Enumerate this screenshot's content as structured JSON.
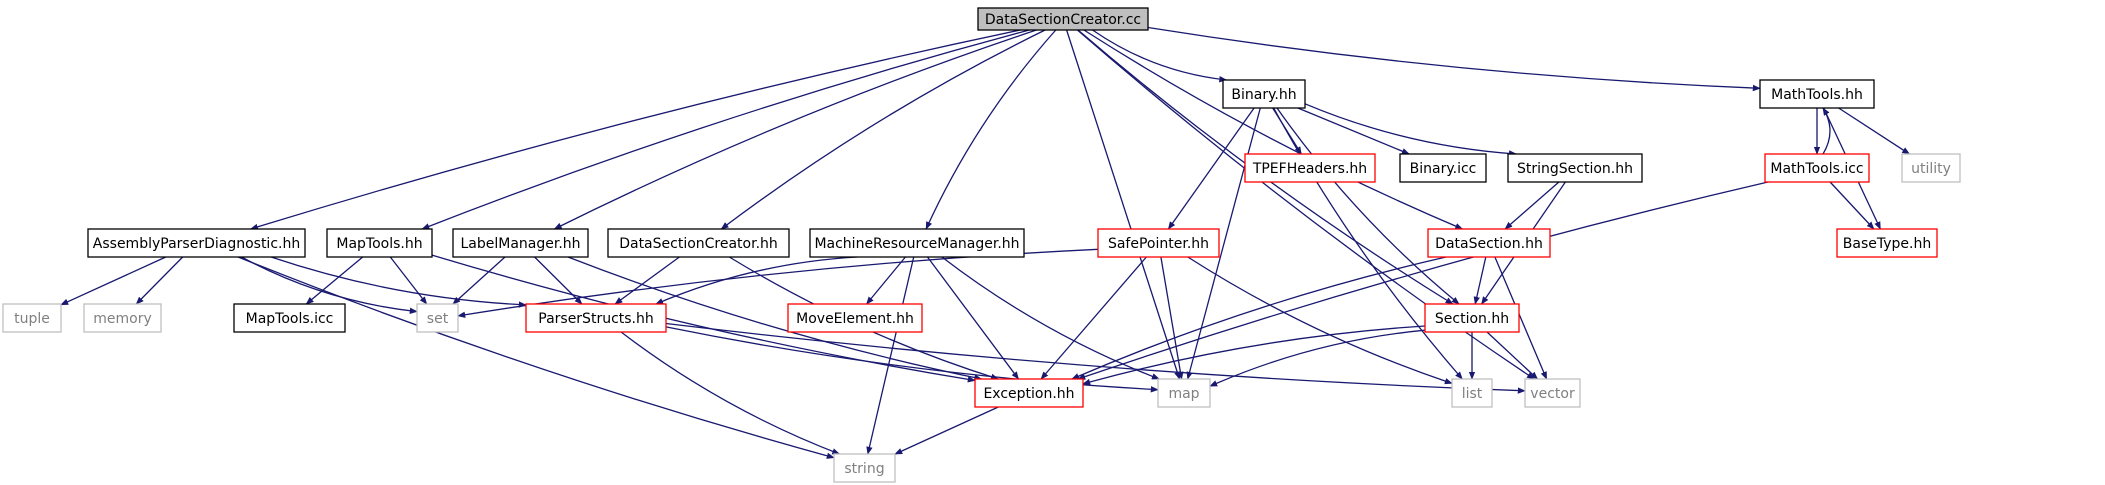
{
  "nodes": [
    {
      "id": "root",
      "label": "DataSectionCreator.cc",
      "style": "root"
    },
    {
      "id": "apd",
      "label": "AssemblyParserDiagnostic.hh",
      "style": "normal"
    },
    {
      "id": "maptools",
      "label": "MapTools.hh",
      "style": "normal"
    },
    {
      "id": "labelmgr",
      "label": "LabelManager.hh",
      "style": "normal"
    },
    {
      "id": "dsc_hh",
      "label": "DataSectionCreator.hh",
      "style": "normal"
    },
    {
      "id": "mrm",
      "label": "MachineResourceManager.hh",
      "style": "normal"
    },
    {
      "id": "binary",
      "label": "Binary.hh",
      "style": "normal"
    },
    {
      "id": "mathtools",
      "label": "MathTools.hh",
      "style": "normal"
    },
    {
      "id": "tuple",
      "label": "tuple",
      "style": "external"
    },
    {
      "id": "memory",
      "label": "memory",
      "style": "external"
    },
    {
      "id": "maptools_icc",
      "label": "MapTools.icc",
      "style": "normal"
    },
    {
      "id": "set",
      "label": "set",
      "style": "external"
    },
    {
      "id": "parserstructs",
      "label": "ParserStructs.hh",
      "style": "truncated"
    },
    {
      "id": "moveelement",
      "label": "MoveElement.hh",
      "style": "truncated"
    },
    {
      "id": "safepointer",
      "label": "SafePointer.hh",
      "style": "truncated"
    },
    {
      "id": "tpefheaders",
      "label": "TPEFHeaders.hh",
      "style": "truncated"
    },
    {
      "id": "binary_icc",
      "label": "Binary.icc",
      "style": "normal"
    },
    {
      "id": "stringsection",
      "label": "StringSection.hh",
      "style": "normal"
    },
    {
      "id": "datasection",
      "label": "DataSection.hh",
      "style": "truncated"
    },
    {
      "id": "mathtools_icc",
      "label": "MathTools.icc",
      "style": "truncated"
    },
    {
      "id": "utility",
      "label": "utility",
      "style": "external"
    },
    {
      "id": "basetype",
      "label": "BaseType.hh",
      "style": "truncated"
    },
    {
      "id": "section",
      "label": "Section.hh",
      "style": "truncated"
    },
    {
      "id": "exception",
      "label": "Exception.hh",
      "style": "truncated"
    },
    {
      "id": "map",
      "label": "map",
      "style": "external"
    },
    {
      "id": "list",
      "label": "list",
      "style": "external"
    },
    {
      "id": "vector",
      "label": "vector",
      "style": "external"
    },
    {
      "id": "string",
      "label": "string",
      "style": "external"
    }
  ],
  "edges": [
    {
      "from": "root",
      "to": "apd"
    },
    {
      "from": "root",
      "to": "maptools"
    },
    {
      "from": "root",
      "to": "labelmgr"
    },
    {
      "from": "root",
      "to": "dsc_hh"
    },
    {
      "from": "root",
      "to": "mrm"
    },
    {
      "from": "root",
      "to": "binary"
    },
    {
      "from": "root",
      "to": "map"
    },
    {
      "from": "root",
      "to": "datasection"
    },
    {
      "from": "root",
      "to": "mathtools"
    },
    {
      "from": "root",
      "to": "section"
    },
    {
      "from": "root",
      "to": "vector"
    },
    {
      "from": "apd",
      "to": "tuple"
    },
    {
      "from": "apd",
      "to": "memory"
    },
    {
      "from": "apd",
      "to": "set"
    },
    {
      "from": "apd",
      "to": "parserstructs"
    },
    {
      "from": "apd",
      "to": "string"
    },
    {
      "from": "maptools",
      "to": "maptools_icc"
    },
    {
      "from": "maptools",
      "to": "set"
    },
    {
      "from": "maptools",
      "to": "exception"
    },
    {
      "from": "labelmgr",
      "to": "set"
    },
    {
      "from": "labelmgr",
      "to": "parserstructs"
    },
    {
      "from": "labelmgr",
      "to": "exception"
    },
    {
      "from": "dsc_hh",
      "to": "parserstructs"
    },
    {
      "from": "dsc_hh",
      "to": "exception"
    },
    {
      "from": "mrm",
      "to": "parserstructs"
    },
    {
      "from": "mrm",
      "to": "moveelement"
    },
    {
      "from": "mrm",
      "to": "exception"
    },
    {
      "from": "mrm",
      "to": "map"
    },
    {
      "from": "mrm",
      "to": "string"
    },
    {
      "from": "binary",
      "to": "safepointer"
    },
    {
      "from": "binary",
      "to": "tpefheaders"
    },
    {
      "from": "binary",
      "to": "binary_icc"
    },
    {
      "from": "binary",
      "to": "stringsection"
    },
    {
      "from": "binary",
      "to": "map"
    },
    {
      "from": "binary",
      "to": "section"
    },
    {
      "from": "binary",
      "to": "list"
    },
    {
      "from": "mathtools",
      "to": "mathtools_icc"
    },
    {
      "from": "mathtools",
      "to": "utility"
    },
    {
      "from": "mathtools",
      "to": "basetype"
    },
    {
      "from": "mathtools_icc",
      "to": "mathtools"
    },
    {
      "from": "mathtools_icc",
      "to": "basetype"
    },
    {
      "from": "mathtools_icc",
      "to": "exception"
    },
    {
      "from": "parserstructs",
      "to": "string"
    },
    {
      "from": "parserstructs",
      "to": "map"
    },
    {
      "from": "parserstructs",
      "to": "vector"
    },
    {
      "from": "safepointer",
      "to": "set"
    },
    {
      "from": "safepointer",
      "to": "exception"
    },
    {
      "from": "safepointer",
      "to": "map"
    },
    {
      "from": "safepointer",
      "to": "list"
    },
    {
      "from": "stringsection",
      "to": "datasection"
    },
    {
      "from": "stringsection",
      "to": "section"
    },
    {
      "from": "datasection",
      "to": "section"
    },
    {
      "from": "datasection",
      "to": "exception"
    },
    {
      "from": "datasection",
      "to": "vector"
    },
    {
      "from": "section",
      "to": "exception"
    },
    {
      "from": "section",
      "to": "map"
    },
    {
      "from": "section",
      "to": "list"
    },
    {
      "from": "section",
      "to": "vector"
    },
    {
      "from": "exception",
      "to": "string"
    }
  ],
  "colors": {
    "edge": "#191970",
    "node_border": "#000000",
    "truncated_border": "#ff0000",
    "external_border": "#bfbfbf",
    "external_text": "#808080",
    "root_fill": "#bfbfbf",
    "background": "#ffffff"
  }
}
